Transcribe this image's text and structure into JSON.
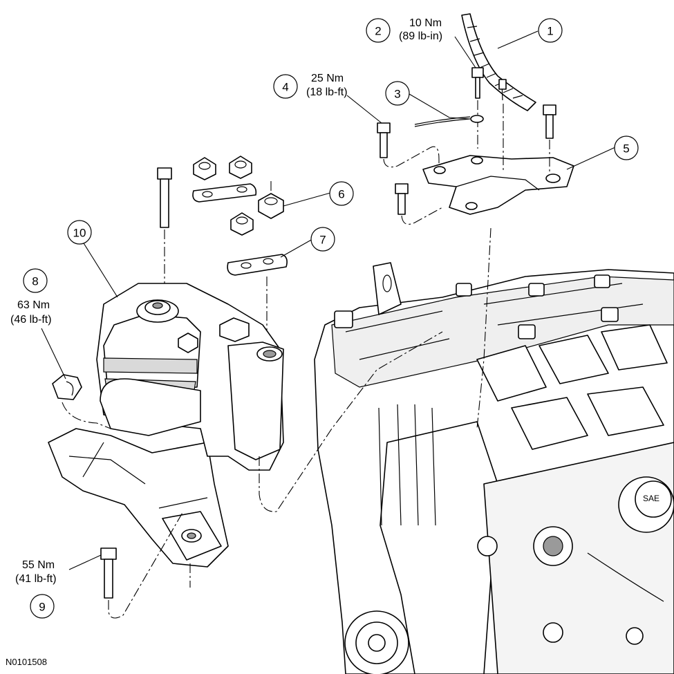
{
  "callouts": {
    "c1": "1",
    "c2": "2",
    "c3": "3",
    "c4": "4",
    "c5": "5",
    "c6": "6",
    "c7": "7",
    "c8": "8",
    "c9": "9",
    "c10": "10"
  },
  "torques": {
    "t2_metric": "10 Nm",
    "t2_imperial": "(89 lb-in)",
    "t4_metric": "25 Nm",
    "t4_imperial": "(18 lb-ft)",
    "t8_metric": "63 Nm",
    "t8_imperial": "(46 lb-ft)",
    "t9_metric": "55 Nm",
    "t9_imperial": "(41 lb-ft)"
  },
  "figure_id": "N0101508",
  "engine_label_fragment": "SAE"
}
